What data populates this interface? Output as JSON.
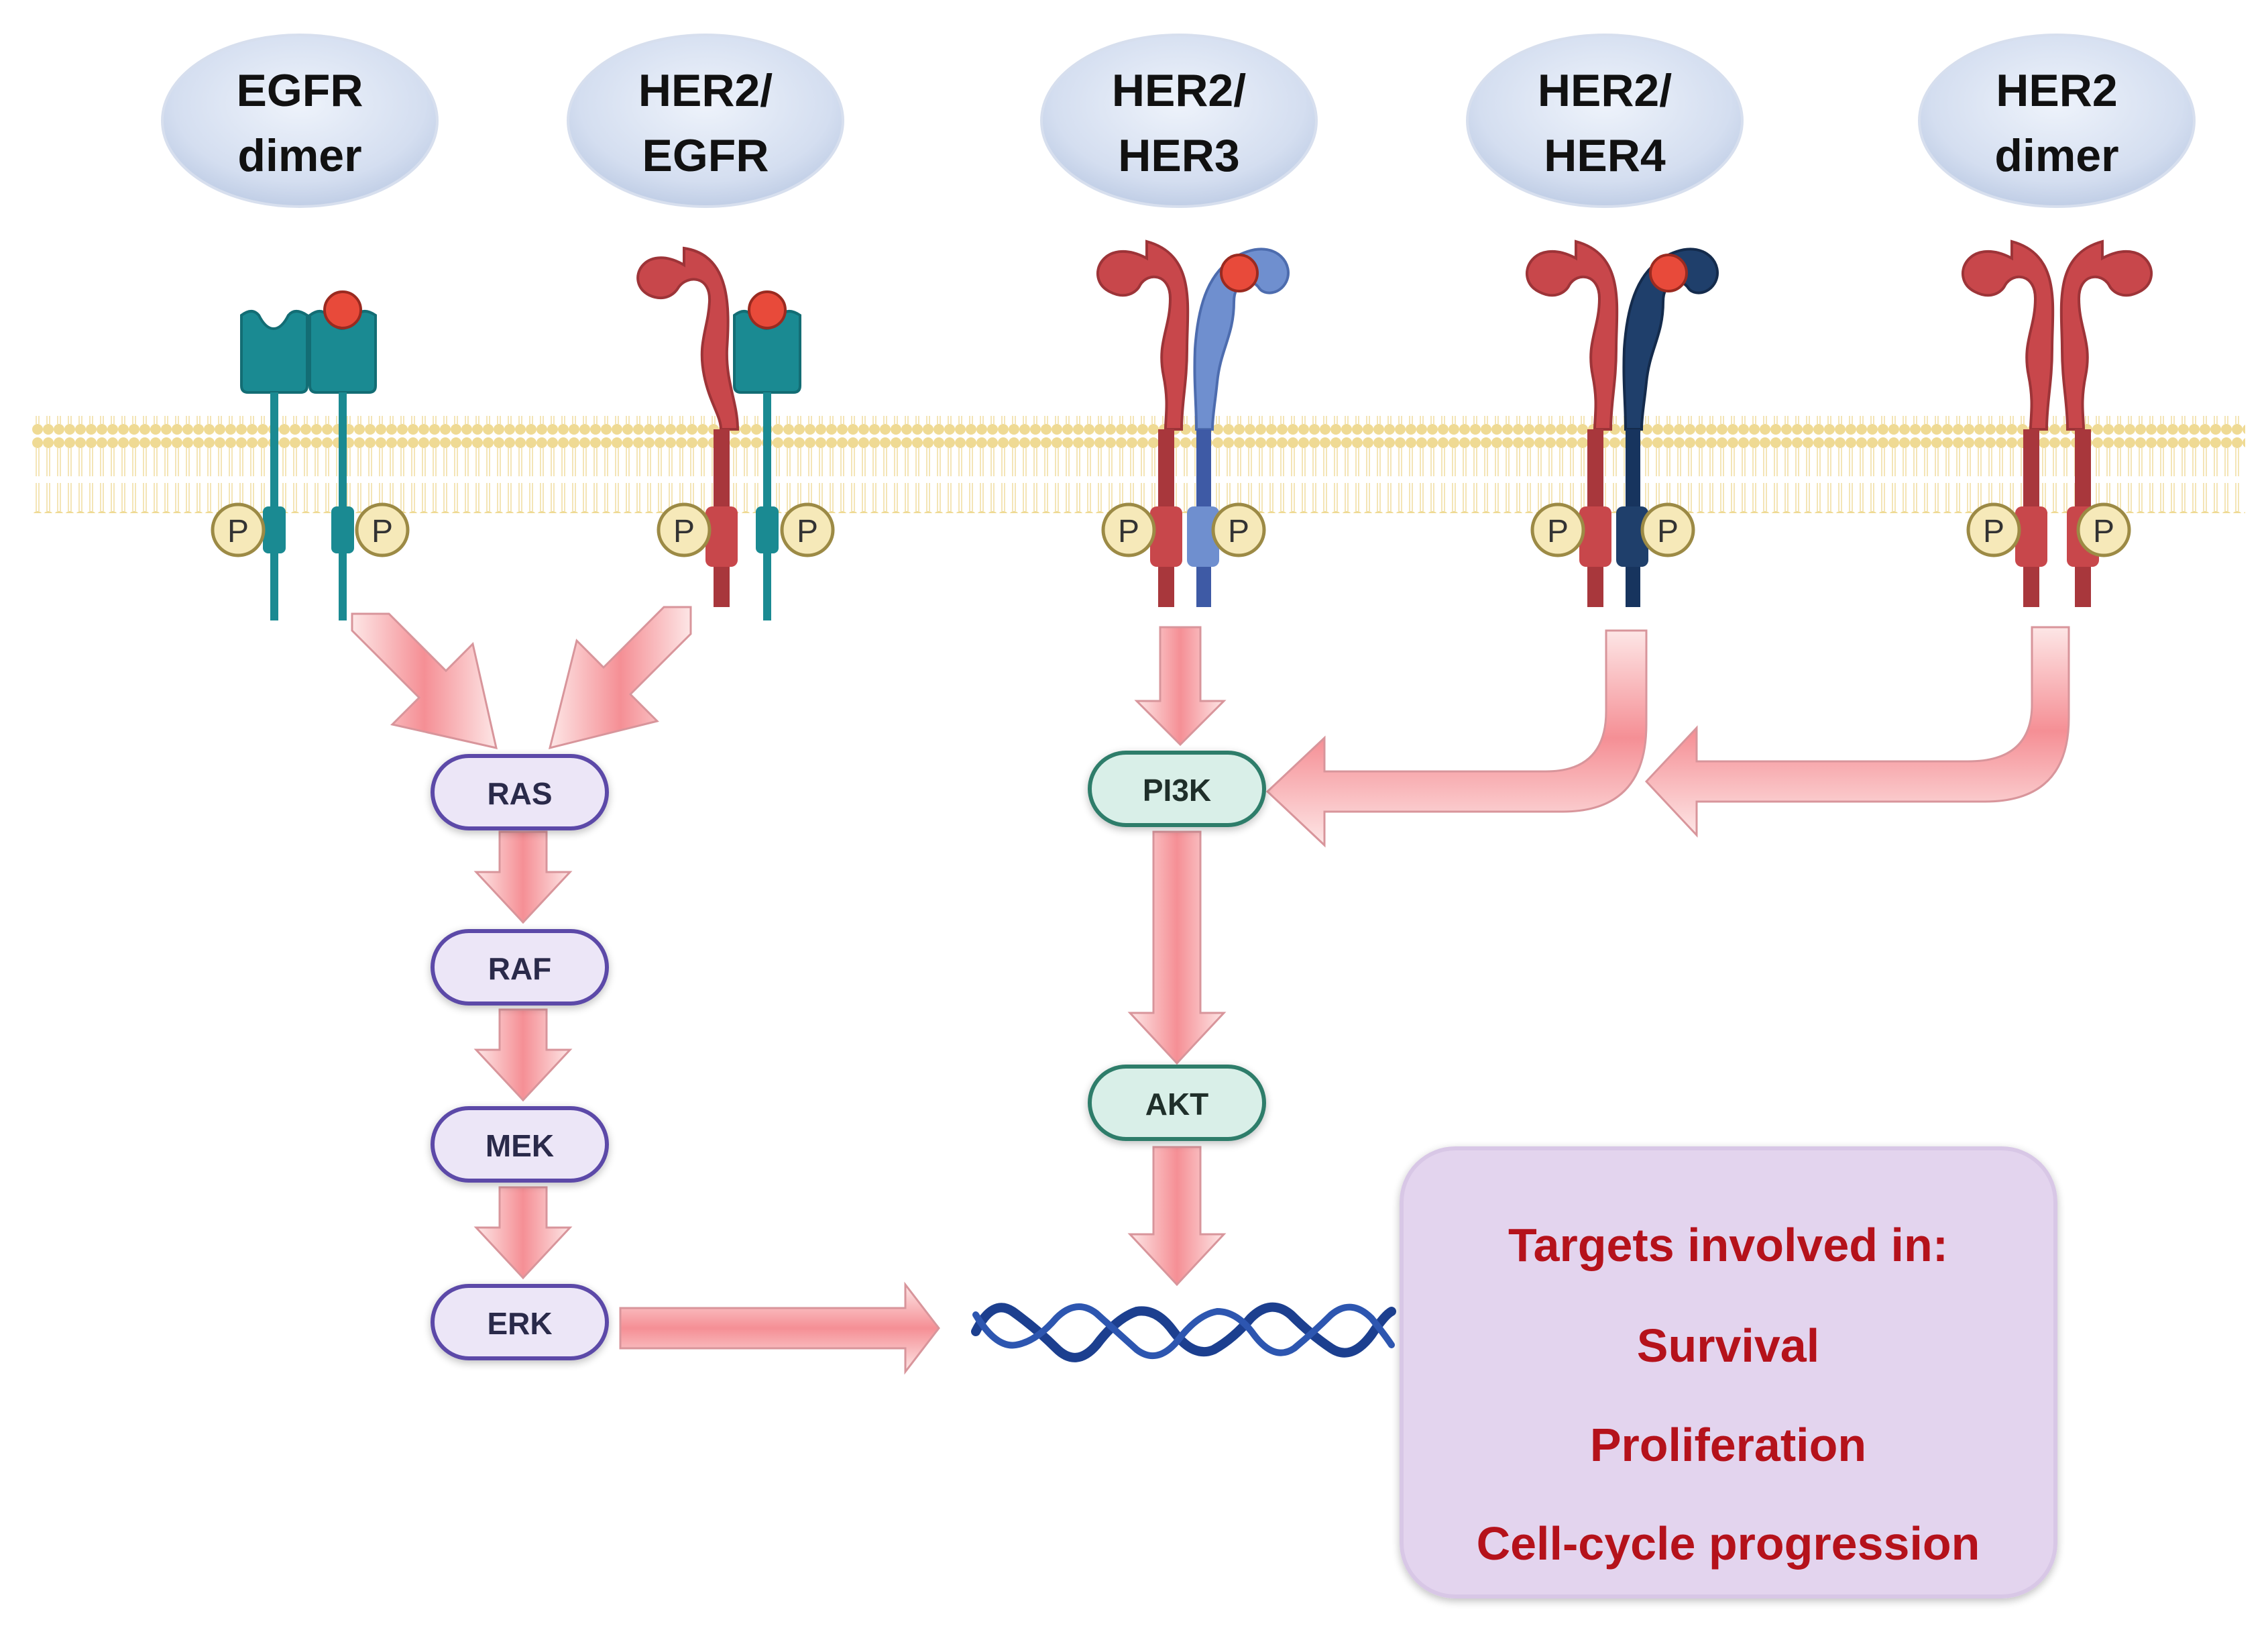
{
  "dimers": [
    {
      "id": "egfr-dimer",
      "line1": "EGFR",
      "line2": "dimer"
    },
    {
      "id": "her2-egfr",
      "line1": "HER2/",
      "line2": "EGFR"
    },
    {
      "id": "her2-her3",
      "line1": "HER2/",
      "line2": "HER3"
    },
    {
      "id": "her2-her4",
      "line1": "HER2/",
      "line2": "HER4"
    },
    {
      "id": "her2-dimer",
      "line1": "HER2",
      "line2": "dimer"
    }
  ],
  "phospho_label": "P",
  "mapk_pathway": {
    "ras": "RAS",
    "raf": "RAF",
    "mek": "MEK",
    "erk": "ERK"
  },
  "pi3k_pathway": {
    "pi3k": "PI3K",
    "akt": "AKT"
  },
  "targets_box": {
    "heading": "Targets involved in:",
    "items": [
      "Survival",
      "Proliferation",
      "Cell-cycle progression"
    ]
  },
  "colors": {
    "egfr": "#1a8a92",
    "her2": "#c8474b",
    "her3": "#6f8fcf",
    "her4": "#1f3f6b",
    "ligand": "#e84a3a",
    "arrow_core": "#f59ca0",
    "arrow_edge": "#fde3e3",
    "mapk_node_fill": "#ece6f7",
    "mapk_node_stroke": "#5b4aa8",
    "pi3k_node_fill": "#d9efe8",
    "pi3k_node_stroke": "#2e7d6b",
    "targets_fill": "#e3d4ee",
    "targets_text": "#b5121b",
    "dna": "#1c3f8f",
    "membrane": "#f1df9c"
  },
  "icons": {
    "dna": "dna-helix-icon",
    "phosphate": "phosphate-icon",
    "ligand": "ligand-icon"
  }
}
